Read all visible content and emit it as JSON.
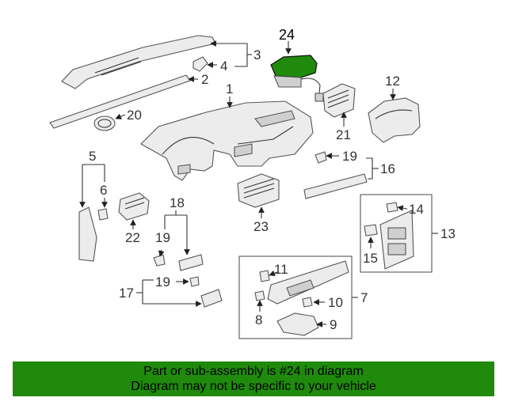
{
  "diagram": {
    "callouts": {
      "c1": "1",
      "c2": "2",
      "c3": "3",
      "c4": "4",
      "c5": "5",
      "c6": "6",
      "c7": "7",
      "c8": "8",
      "c9": "9",
      "c10": "10",
      "c11": "11",
      "c12": "12",
      "c13": "13",
      "c14": "14",
      "c15": "15",
      "c16": "16",
      "c17": "17",
      "c18": "18",
      "c19a": "19",
      "c19b": "19",
      "c19c": "19",
      "c20": "20",
      "c21": "21",
      "c22": "22",
      "c23": "23",
      "c24": "24"
    },
    "highlight_color": "#1f8a0c"
  },
  "banner": {
    "line1": "Part or sub-assembly is #24 in diagram",
    "line2": "Diagram may not be specific to your vehicle"
  }
}
